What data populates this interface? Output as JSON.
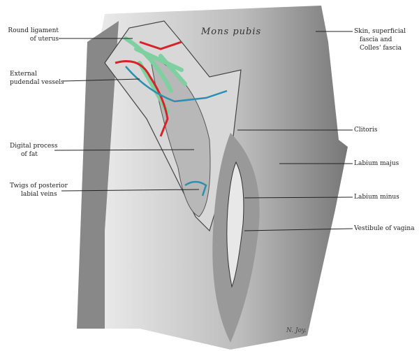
{
  "labels_left": {
    "round_ligament": [
      "Round ligament",
      "of uterus"
    ],
    "pudendal_vessels": [
      "External",
      "pudendal vessels"
    ],
    "digital_process": [
      "Digital process",
      "of fat"
    ],
    "labial_veins": [
      "Twigs of posterior",
      "labial veins"
    ]
  },
  "labels_right": {
    "skin_fascia": [
      "Skin, superficial",
      "fascia and",
      "Colles' fascia"
    ],
    "clitoris": "Clitoris",
    "labium_majus": "Labium majus",
    "labium_minus": "Labium minus",
    "vestibule": "Vestibule of vagina"
  },
  "region_label": "Mons pubis",
  "signature": "N. Joy.",
  "colors": {
    "ligament": "#7fd0a0",
    "artery": "#d8222a",
    "vein": "#2a8fb0",
    "shade": "#8a8a8a"
  }
}
